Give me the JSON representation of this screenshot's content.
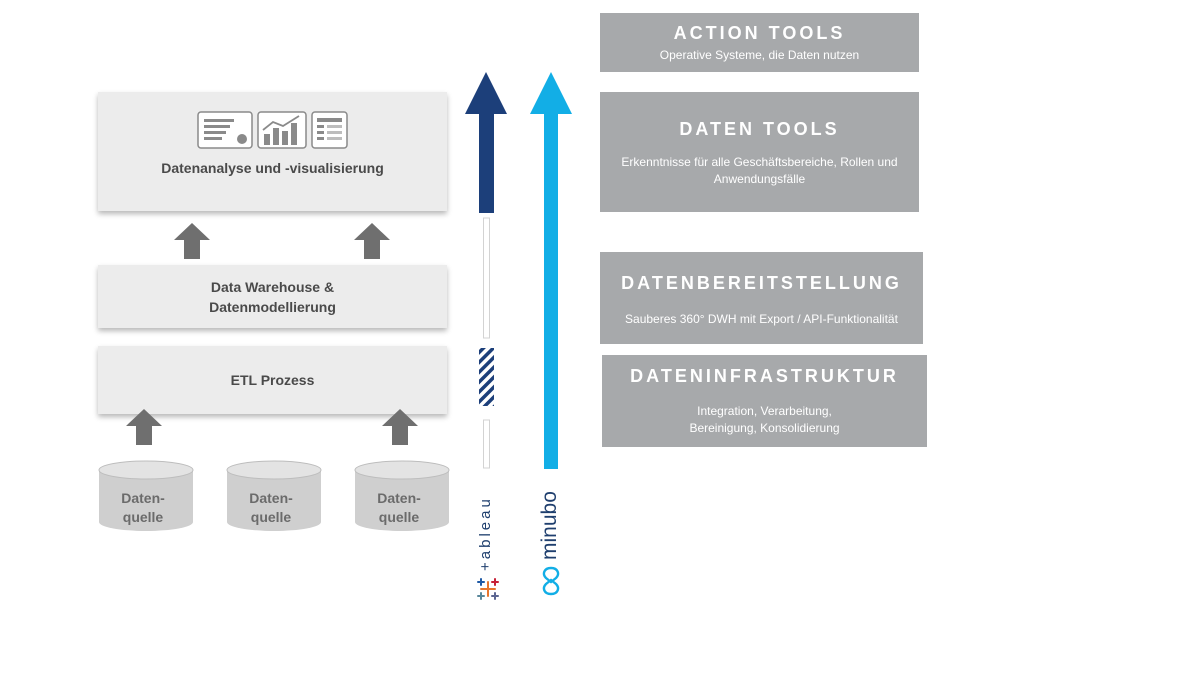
{
  "left_stack": {
    "analysis_label": "Datenanalyse und -visualisierung",
    "dwh_label_line1": "Data Warehouse &",
    "dwh_label_line2": "Datenmodellierung",
    "etl_label": "ETL Prozess",
    "data_sources": [
      "Daten-\nquelle",
      "Daten-\nquelle",
      "Daten-\nquelle"
    ]
  },
  "brands": {
    "tableau": "+ableau",
    "minubo": "minubo"
  },
  "colors": {
    "tableau_arrow": "#1c3f7a",
    "minubo_arrow": "#12aee6",
    "right_box": "#a7a9ab",
    "left_box": "#ececec",
    "small_arrow": "#6f6f6f"
  },
  "right_stack": [
    {
      "title": "ACTION TOOLS",
      "subtitle": "Operative Systeme, die Daten nutzen"
    },
    {
      "title": "DATEN TOOLS",
      "subtitle": "Erkenntnisse für alle Geschäftsbereiche, Rollen und Anwendungsfälle"
    },
    {
      "title": "DATENBEREITSTELLUNG",
      "subtitle": "Sauberes 360° DWH mit Export / API-Funktionalität"
    },
    {
      "title": "DATENINFRASTRUKTUR",
      "subtitle": "Integration, Verarbeitung, Bereinigung, Konsolidierung"
    }
  ]
}
